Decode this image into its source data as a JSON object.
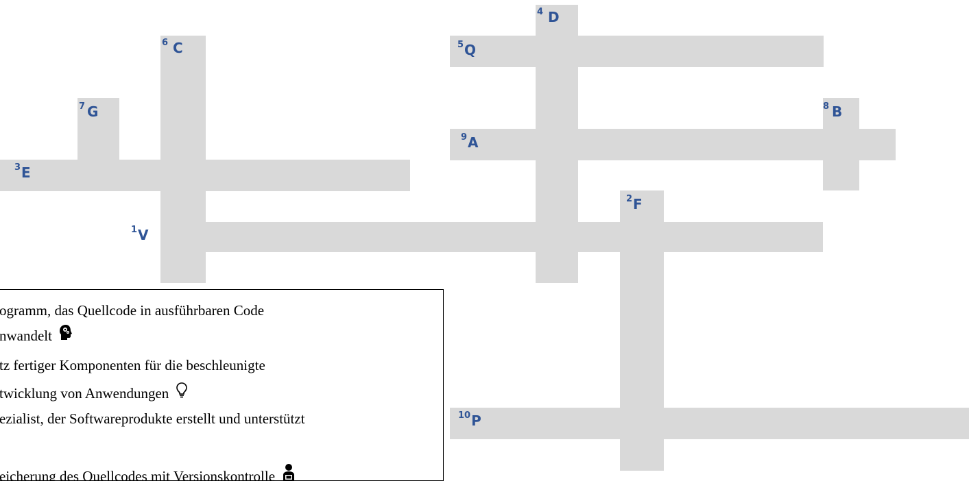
{
  "labels": {
    "l1": {
      "num": "1",
      "letter": "V"
    },
    "l2": {
      "num": "2",
      "letter": "F"
    },
    "l3": {
      "num": "3",
      "letter": "E"
    },
    "l4": {
      "num": "4",
      "letter": "D"
    },
    "l5": {
      "num": "5",
      "letter": "Q"
    },
    "l6": {
      "num": "6",
      "letter": "C"
    },
    "l7": {
      "num": "7",
      "letter": "G"
    },
    "l8": {
      "num": "8",
      "letter": "B"
    },
    "l9": {
      "num": "9",
      "letter": "A"
    },
    "l10": {
      "num": "10",
      "letter": "P"
    }
  },
  "clues": [
    {
      "text": "ogramm, das Quellcode in ausführbaren Code",
      "icon": ""
    },
    {
      "text": "nwandelt",
      "icon": "head-gears-icon"
    },
    {
      "text": "tz fertiger Komponenten für die beschleunigte",
      "icon": ""
    },
    {
      "text": "twicklung von Anwendungen",
      "icon": "lightbulb-icon"
    },
    {
      "text": "ezialist, der Softwareprodukte erstellt und unterstützt",
      "icon": ""
    },
    {
      "text": "eicherung des Quellcodes mit Versionskontrolle",
      "icon": "person-laptop-icon"
    }
  ],
  "colors": {
    "cell": "#d9d9d9",
    "label": "#2f5496"
  }
}
